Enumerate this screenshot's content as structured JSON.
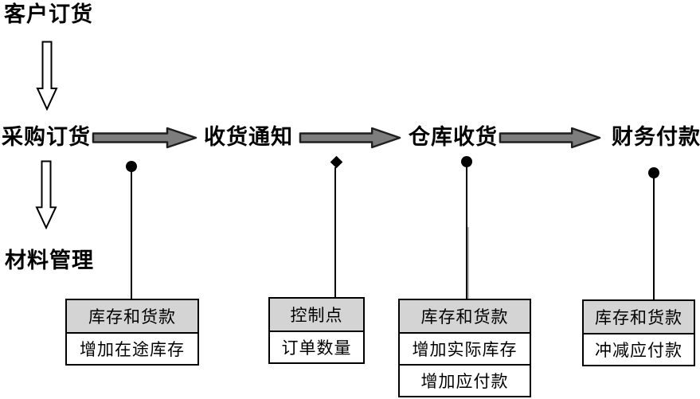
{
  "diagram": {
    "title_node": "客户订货",
    "material_node": "材料管理",
    "flow_steps": [
      "采购订货",
      "收货通知",
      "仓库收货",
      "财务付款"
    ],
    "detail_boxes": [
      {
        "header": "库存和货款",
        "rows": [
          "增加在途库存"
        ],
        "attached_to": "采购订货",
        "connector": "circle"
      },
      {
        "header": "控制点",
        "rows": [
          "订单数量"
        ],
        "attached_to": "收货通知",
        "connector": "diamond"
      },
      {
        "header": "库存和货款",
        "rows": [
          "增加实际库存",
          "增加应付款"
        ],
        "attached_to": "仓库收货",
        "connector": "circle"
      },
      {
        "header": "库存和货款",
        "rows": [
          "冲减应付款"
        ],
        "attached_to": "财务付款",
        "connector": "circle"
      }
    ],
    "colors": {
      "background": "#ffffff",
      "box_header_bg": "#d4d4d4",
      "box_border": "#000000",
      "flow_arrow_fill": "#7d7d7d",
      "flow_arrow_outline": "#1f1f1f",
      "hollow_arrow_fill": "#ffffff",
      "connector": "#000000",
      "text": "#000000"
    }
  }
}
